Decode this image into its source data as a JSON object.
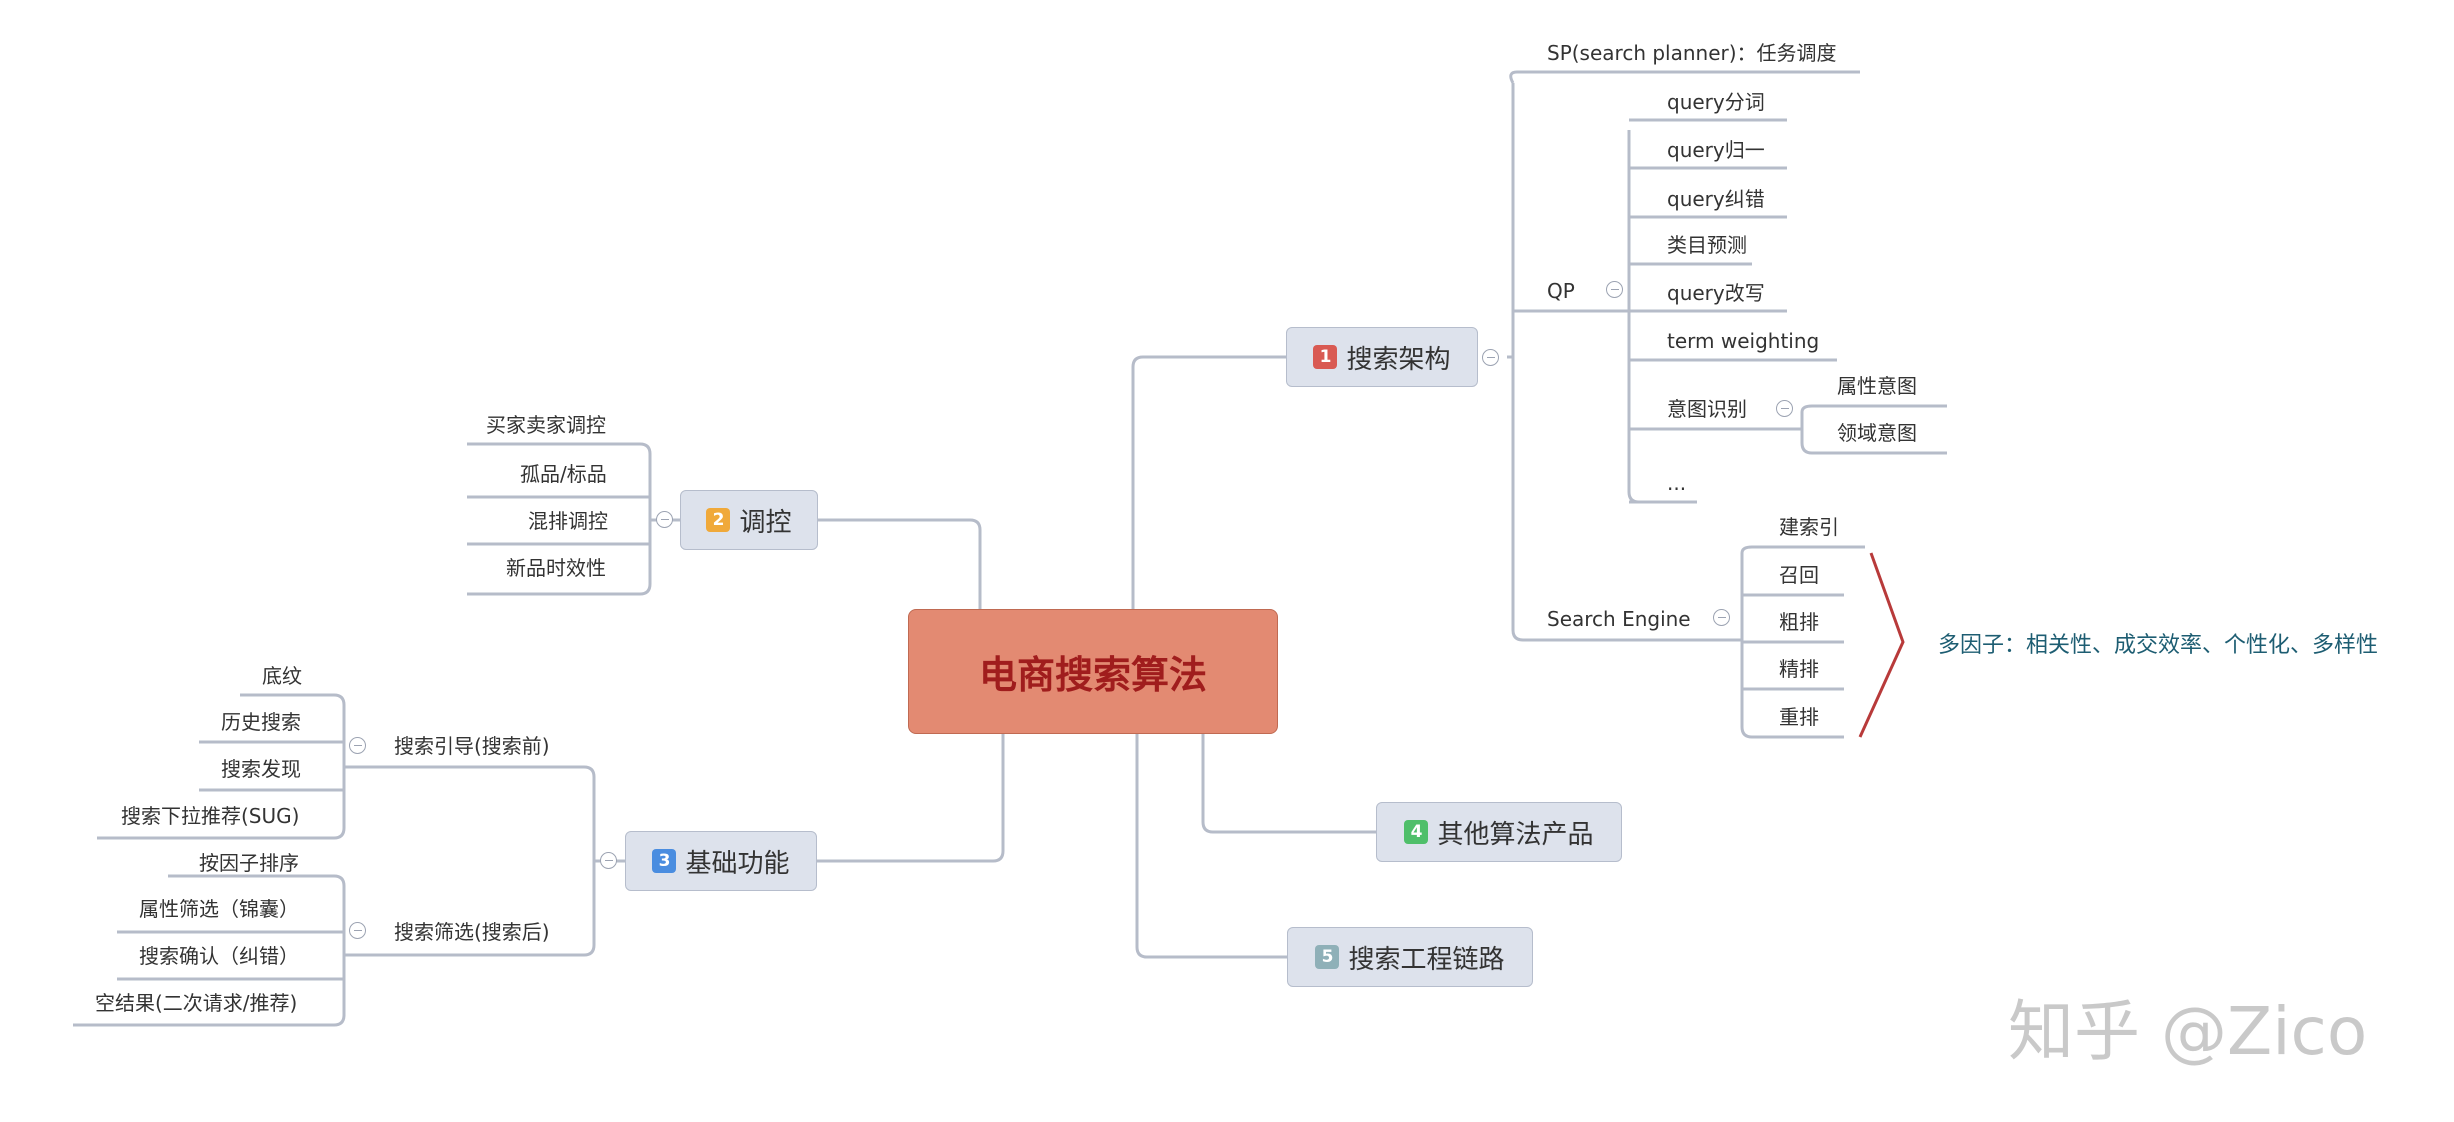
{
  "colors": {
    "line": "#b6bcc9",
    "bracket": "#b83a3a",
    "central_fill": "#e38a72",
    "central_text": "#a01d1d",
    "branch_fill": "#dde2ec"
  },
  "central": {
    "title": "电商搜索算法"
  },
  "branches": {
    "arch": {
      "num": "1",
      "label": "搜索架构",
      "badge_color": "#d95a53"
    },
    "control": {
      "num": "2",
      "label": "调控",
      "badge_color": "#f0a93a"
    },
    "basic": {
      "num": "3",
      "label": "基础功能",
      "badge_color": "#4a8de0"
    },
    "other": {
      "num": "4",
      "label": "其他算法产品",
      "badge_color": "#4fbf6a"
    },
    "eng": {
      "num": "5",
      "label": "搜索工程链路",
      "badge_color": "#8fb0b8"
    }
  },
  "arch": {
    "sp": "SP(search planner)：任务调度",
    "qp": {
      "label": "QP",
      "items": [
        "query分词",
        "query归一",
        "query纠错",
        "类目预测",
        "query改写",
        "term weighting",
        "意图识别",
        "..."
      ],
      "intent_children": [
        "属性意图",
        "领域意图"
      ]
    },
    "engine": {
      "label": "Search Engine",
      "items": [
        "建索引",
        "召回",
        "粗排",
        "精排",
        "重排"
      ],
      "note": "多因子：相关性、成交效率、个性化、多样性"
    }
  },
  "control": {
    "items": [
      "买家卖家调控",
      "孤品/标品",
      "混排调控",
      "新品时效性"
    ]
  },
  "basic": {
    "guide": {
      "label": "搜索引导(搜索前)",
      "items": [
        "底纹",
        "历史搜索",
        "搜索发现",
        "搜索下拉推荐(SUG)"
      ]
    },
    "filter": {
      "label": "搜索筛选(搜索后)",
      "items": [
        "按因子排序",
        "属性筛选（锦囊）",
        "搜索确认（纠错）",
        "空结果(二次请求/推荐)"
      ]
    }
  },
  "watermark": "知乎 @Zico"
}
